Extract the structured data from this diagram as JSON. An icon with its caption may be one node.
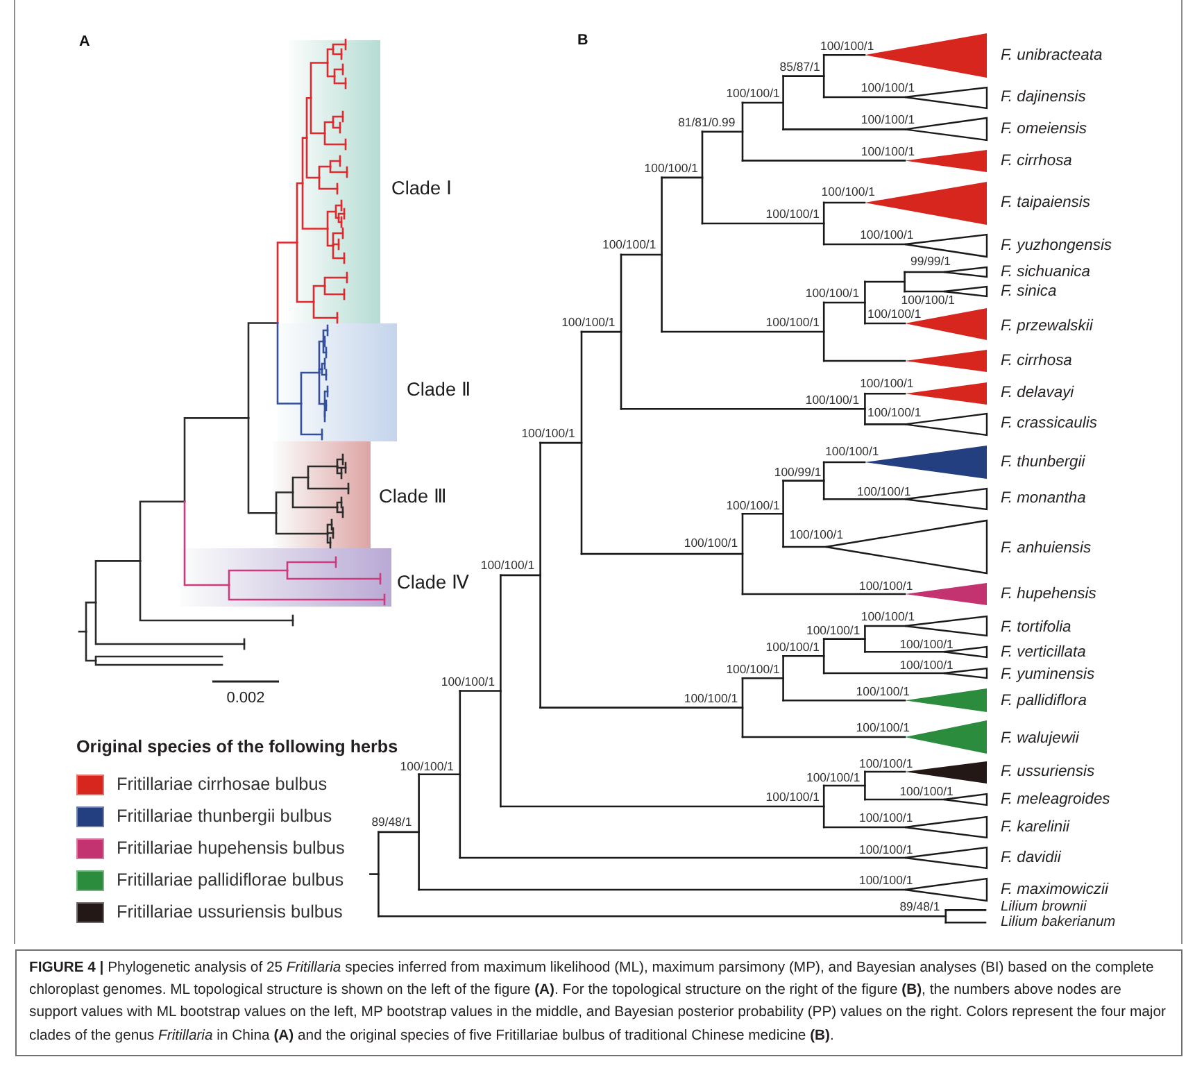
{
  "diagram": {
    "labels": [
      "A",
      "Clade Ⅰ",
      "Clade Ⅱ",
      "Clade Ⅲ",
      "Clade Ⅳ",
      "0.002",
      "Original species of the following herbs",
      "B",
      "100/100/1",
      "F. unibracteata",
      "85/87/1",
      "100/100/1",
      "100/100/1",
      "F. dajinensis",
      "100/100/1",
      "81/81/0.99",
      "F. omeiensis",
      "100/100/1",
      "F. cirrhosa",
      "100/100/1",
      "100/100/1",
      "F. taipaiensis",
      "100/100/1",
      "100/100/1",
      "100/100/1",
      "F. yuzhongensis",
      "99/99/1",
      "F. sichuanica",
      "F. sinica",
      "100/100/1",
      "100/100/1",
      "100/100/1",
      "100/100/1",
      "100/100/1",
      "F. przewalskii",
      "F. cirrhosa",
      "100/100/1",
      "F. delavayi",
      "100/100/1",
      "100/100/1",
      "F. crassicaulis",
      "100/100/1",
      "100/100/1",
      "F. thunbergii",
      "100/99/1",
      "100/100/1",
      "F. monantha",
      "100/100/1",
      "100/100/1",
      "100/100/1",
      "F. anhuiensis",
      "100/100/1",
      "100/100/1",
      "F. hupehensis",
      "100/100/1",
      "F. tortifolia",
      "100/100/1",
      "100/100/1",
      "100/100/1",
      "F. verticillata",
      "100/100/1",
      "100/100/1",
      "F. yuminensis",
      "100/100/1",
      "100/100/1",
      "100/100/1",
      "F. pallidiflora",
      "100/100/1",
      "F. walujewii",
      "100/100/1",
      "100/100/1",
      "F. ussuriensis",
      "100/100/1",
      "100/100/1",
      "100/100/1",
      "F. meleagroides",
      "100/100/1",
      "89/48/1",
      "F. karelinii",
      "100/100/1",
      "F. davidii",
      "100/100/1",
      "F. maximowiczii",
      "89/48/1",
      "Lilium brownii",
      "Lilium bakerianum"
    ],
    "legend": [
      {
        "text": "Fritillariae cirrhosae bulbus",
        "color": "#d7261e"
      },
      {
        "text": "Fritillariae thunbergii bulbus",
        "color": "#243f80"
      },
      {
        "text": "Fritillariae hupehensis bulbus",
        "color": "#c2336f"
      },
      {
        "text": "Fritillariae pallidiflorae bulbus",
        "color": "#2a8c3c"
      },
      {
        "text": "Fritillariae ussuriensis bulbus",
        "color": "#231815"
      }
    ],
    "caption": "**FIGURE 4 |** Phylogenetic analysis of 25 *Fritillaria* species inferred from maximum likelihood (ML), maximum parsimony (MP), and Bayesian analyses (BI) based on the complete chloroplast genomes. ML topological structure is shown on the left of the figure **(A)**. For the topological structure on the right of the figure **(B)**, the numbers above nodes are support values with ML bootstrap values on the left, MP bootstrap values in the middle, and Bayesian posterior probability (PP) values on the right. Colors represent the four major clades of the genus *Fritillaria* in China **(A)** and the original species of five Fritillariae bulbus of traditional Chinese medicine **(B)**."
  }
}
